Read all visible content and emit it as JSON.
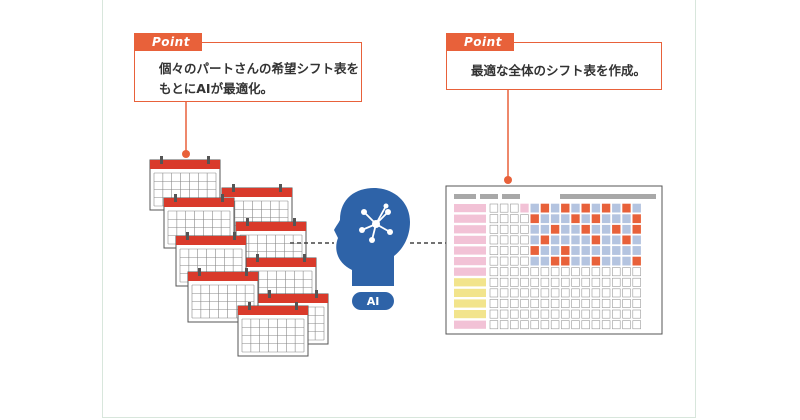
{
  "callout_left": {
    "tag": "Point",
    "line1": "個々のパートさんの希望シフト表を",
    "line2": "もとにAIが最適化。"
  },
  "callout_right": {
    "tag": "Point",
    "line1": "最適な全体のシフト表を作成。"
  },
  "ai_badge": {
    "label": "AI"
  },
  "colors": {
    "accent": "#e8613a",
    "calendar_header": "#d93a2b",
    "brain_blue": "#2e63a8",
    "cell_blue": "#b4c4e0",
    "cell_orange": "#e8613a",
    "cell_pink": "#f2c2d6",
    "cell_yellow": "#f2e48c",
    "header_gray": "#a8a8a8"
  }
}
